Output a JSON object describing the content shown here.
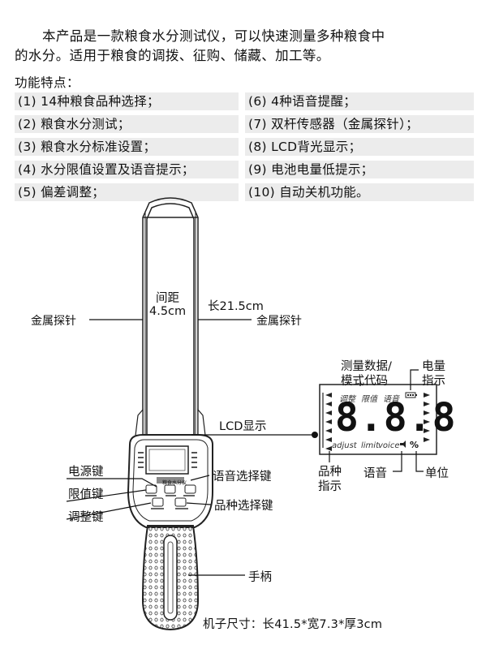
{
  "intro": {
    "line1": "本产品是一款粮食水分测试仪，可以快速测量多种粮食中",
    "line2": "的水分。适用于粮食的调拨、征购、储藏、加工等。"
  },
  "features_title": "功能特点：",
  "features_left": [
    "(1) 14种粮食品种选择；",
    "(2) 粮食水分测试；",
    "(3) 粮食水分标准设置；",
    "(4) 水分限值设置及语音提示；",
    "(5) 偏差调整；"
  ],
  "features_right": [
    "(6) 4种语音提醒；",
    "(7) 双杆传感器（金属探针）；",
    "(8) LCD背光显示；",
    "(9) 电池电量低提示；",
    "(10) 自动关机功能。"
  ],
  "probe": {
    "spacing_line1": "间距",
    "spacing_line2": "4.5cm",
    "length": "长21.5cm",
    "left_label": "金属探针",
    "right_label": "金属探针"
  },
  "lcd_callouts": {
    "data_line1": "测量数据/",
    "data_line2": "模式代码",
    "battery_line1": "电量",
    "battery_line2": "指示",
    "lcd_label": "LCD显示",
    "variety_line1": "品种",
    "variety_line2": "指示",
    "voice": "语音",
    "unit": "单位"
  },
  "lcd_screen": {
    "top_adjust": "调整",
    "top_limit": "限值",
    "top_voice": "语音",
    "digits": "8.8.8",
    "bottom_adjust": "adjust",
    "bottom_limit": "limit",
    "bottom_voice": "voice",
    "percent": "%"
  },
  "device_labels": {
    "power_key": "电源键",
    "limit_key": "限值键",
    "adjust_key": "调整键",
    "voice_select_key": "语音选择键",
    "variety_select_key": "品种选择键",
    "handle": "手柄",
    "size": "机子尺寸：长41.5*宽7.3*厚3cm"
  },
  "device_face": {
    "brand": "粮食水分仪"
  }
}
